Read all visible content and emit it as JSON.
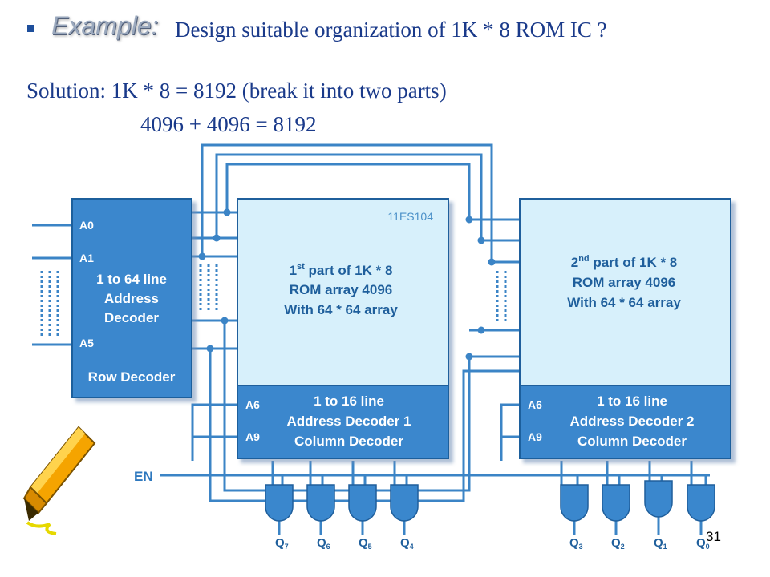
{
  "slide": {
    "example_label": "Example:",
    "example_text": "Design suitable organization of 1K * 8 ROM IC ?",
    "solution_line": "Solution: 1K * 8 = 8192 (break it into two parts)",
    "solution_line2": "4096 + 4096 = 8192",
    "page_number": "31"
  },
  "diagram": {
    "watermark": "11ES104",
    "row_decoder": {
      "pin_a0": "A0",
      "pin_a1": "A1",
      "pin_a5": "A5",
      "line1": "1 to 64 line",
      "line2": "Address",
      "line3": "Decoder",
      "caption": "Row Decoder"
    },
    "rom1": {
      "line1_prefix": "1",
      "line1_sup": "st",
      "line1_suffix": " part of 1K * 8",
      "line2": "ROM array 4096",
      "line3": "With 64 * 64 array"
    },
    "rom2": {
      "line1_prefix": "2",
      "line1_sup": "nd",
      "line1_suffix": "  part of 1K * 8",
      "line2": "ROM array 4096",
      "line3": "With 64 * 64 array"
    },
    "coldec1": {
      "pin_a6": "A6",
      "pin_a9": "A9",
      "line1": "1 to 16 line",
      "line2": "Address Decoder 1",
      "line3": "Column Decoder"
    },
    "coldec2": {
      "pin_a6": "A6",
      "pin_a9": "A9",
      "line1": "1 to 16 line",
      "line2": "Address Decoder 2",
      "line3": "Column Decoder"
    },
    "enable_label": "EN",
    "outputs": [
      {
        "main": "Q",
        "sub": "7"
      },
      {
        "main": "Q",
        "sub": "6"
      },
      {
        "main": "Q",
        "sub": "5"
      },
      {
        "main": "Q",
        "sub": "4"
      },
      {
        "main": "Q",
        "sub": "3"
      },
      {
        "main": "Q",
        "sub": "2"
      },
      {
        "main": "Q",
        "sub": "1"
      },
      {
        "main": "Q",
        "sub": "0"
      }
    ]
  },
  "colors": {
    "wire": "#3b84c6",
    "decoder_fill": "#3a87cd",
    "rom_fill": "#d7f0fb",
    "text_blue": "#1a3a8a",
    "pencil": "#f5a400"
  }
}
